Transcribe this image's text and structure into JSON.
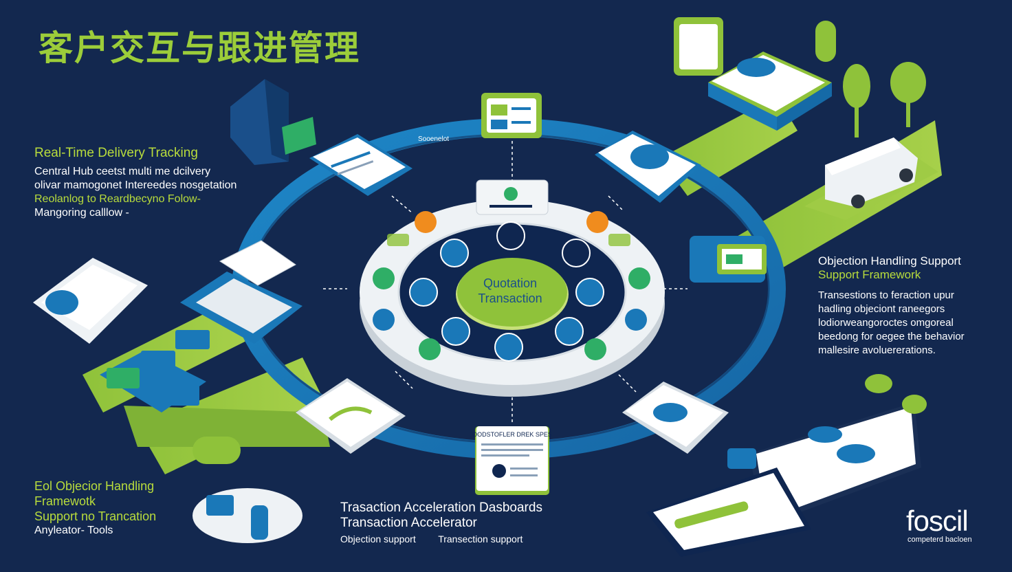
{
  "title": "客户交互与跟进管理",
  "center_hub": {
    "line1": "Quotation",
    "line2": "Transaction"
  },
  "left_top": {
    "heading": "Real-Time Delivery Tracking",
    "lines": [
      "Central Hub ceetst multi me dcilvery",
      "olivar mamogonet Intereedes nosgetation"
    ],
    "highlight": "Reolanlog to Reardbecyno Folow-",
    "last": "Mangoring calllow -"
  },
  "right_mid": {
    "heading1": "Objection Handling Support",
    "heading2": "Support Framework",
    "lines": [
      "Transestions to feraction upur",
      "hadling objeciont raneegors",
      "lodiorweangoroctes omgoreal",
      "beedong for oegee the behavior",
      "mallesire avoluererations."
    ]
  },
  "left_bottom": {
    "heading_lines": [
      "Eol Objecior Handling",
      "Framewotk",
      "Support no Trancation"
    ],
    "last": "Anyleator- Tools"
  },
  "bottom_center": {
    "line1": "Trasaction Acceleration Dasboards",
    "line2": "Transaction Accelerator",
    "sub1": "Objection support",
    "sub2": "Transection support"
  },
  "card_labels": {
    "top_left_card": "Sooenelot",
    "bottom_card_header": "OODSTOFLER DREK SPES"
  },
  "brand": {
    "name": "foscil",
    "tagline": "competerd bacloen"
  },
  "colors": {
    "background": "#13284f",
    "green": "#8fc23a",
    "blue": "#1a78b8",
    "ring_white": "#e9edf1",
    "dark_navy": "#0f2650"
  },
  "icons": {
    "center": "handshake-icon",
    "ring_outer": [
      "chart-icon",
      "people-icon",
      "alert-icon",
      "globe-icon",
      "document-icon",
      "check-icon",
      "truck-icon"
    ],
    "ring_inner": [
      "people-icon",
      "chat-icon",
      "target-icon",
      "graph-icon",
      "money-icon",
      "gear-icon",
      "checklist-icon"
    ]
  }
}
